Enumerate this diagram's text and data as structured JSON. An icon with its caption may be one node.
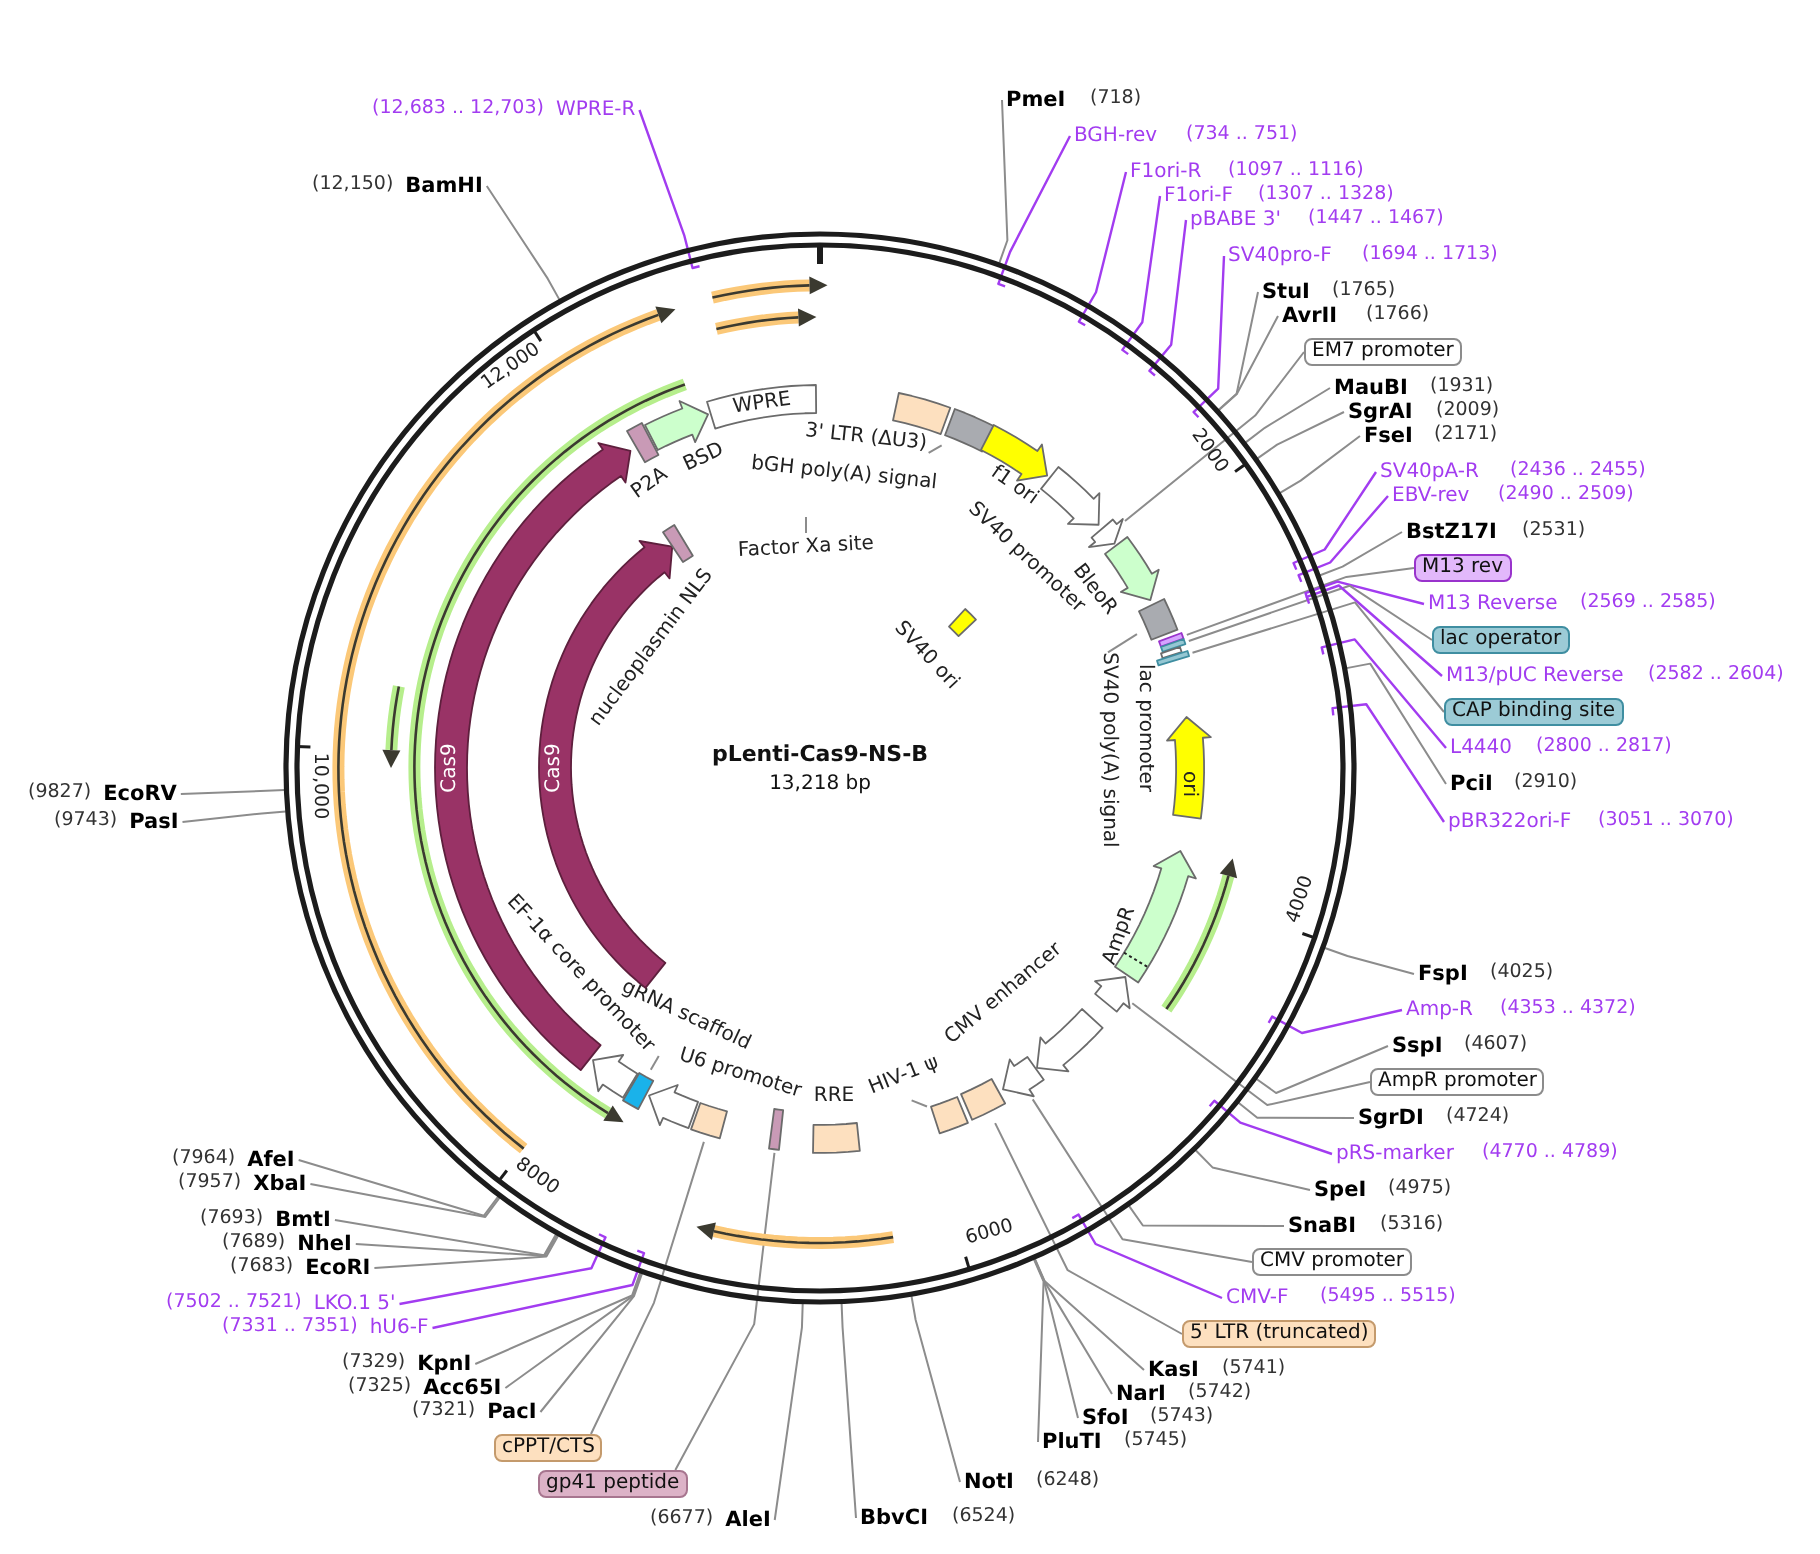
{
  "diagram": {
    "nodes": [
      {
        "text": [
          "pLenti-Cas9-NS-B",
          "13,218 bp"
        ]
      },
      {
        "text": [
          "3' LTR (ΔU3)"
        ],
        "in": 0
      },
      {
        "text": [],
        "shape": "box",
        "in": 0
      },
      {
        "text": [
          "bGH poly(A) signal"
        ],
        "in": 0
      },
      {
        "text": [
          "f1 ori"
        ],
        "in": 0
      },
      {
        "text": [
          "SV40 promoter"
        ],
        "in": 0
      },
      {
        "text": [],
        "shape": "arrow",
        "in": 0
      },
      {
        "text": [
          "BleoR"
        ],
        "in": 0
      },
      {
        "text": [
          "SV40 ori"
        ],
        "in": 0
      },
      {
        "text": [],
        "shape": "box",
        "in": 0
      },
      {
        "text": [
          "SV40 poly(A) signal"
        ],
        "in": 0
      },
      {
        "text": [],
        "shape": "bar",
        "in": 0
      },
      {
        "text": [],
        "shape": "bar",
        "in": 0
      },
      {
        "text": [
          "lac promoter"
        ],
        "in": 0
      },
      {
        "text": [],
        "shape": "bar",
        "in": 0
      },
      {
        "text": [
          "ori"
        ],
        "in": 0
      },
      {
        "text": [
          "AmpR"
        ],
        "in": 0
      },
      {
        "text": [],
        "shape": "arrow",
        "in": 0
      },
      {
        "text": [
          "CMV enhancer"
        ],
        "in": 0
      },
      {
        "text": [],
        "shape": "arrow",
        "in": 0
      },
      {
        "text": [],
        "shape": "box",
        "in": 0
      },
      {
        "text": [],
        "shape": "box",
        "in": 0
      },
      {
        "text": [
          "HIV-1 ψ"
        ],
        "in": 0
      },
      {
        "text": [
          "RRE"
        ],
        "in": 0
      },
      {
        "text": [],
        "shape": "bar",
        "in": 0
      },
      {
        "text": [],
        "shape": "box",
        "in": 0
      },
      {
        "text": [
          "U6 promoter"
        ],
        "in": 0
      },
      {
        "text": [],
        "shape": "bar",
        "in": 0
      },
      {
        "text": [
          "gRNA scaffold"
        ],
        "in": 0
      },
      {
        "text": [
          "EF-1α core promoter"
        ],
        "in": 0
      },
      {
        "text": [
          "Cas9"
        ],
        "in": 0
      },
      {
        "text": [
          "Cas9"
        ],
        "in": 0
      },
      {
        "text": [
          "nucleoplasmin NLS"
        ],
        "in": 0
      },
      {
        "text": [
          "P2A"
        ],
        "in": 0
      },
      {
        "text": [
          "BSD"
        ],
        "in": 0
      },
      {
        "text": [
          "WPRE"
        ],
        "in": 0
      },
      {
        "text": [
          "Factor Xa site"
        ],
        "in": 0
      },
      {
        "text": [
          "PmeI",
          "(718)"
        ]
      },
      {
        "text": [
          "BGH-rev",
          "(734 .. 751)"
        ]
      },
      {
        "text": [
          "F1ori-R",
          "(1097 .. 1116)"
        ]
      },
      {
        "text": [
          "F1ori-F",
          "(1307 .. 1328)"
        ]
      },
      {
        "text": [
          "pBABE 3'",
          "(1447 .. 1467)"
        ]
      },
      {
        "text": [
          "SV40pro-F",
          "(1694 .. 1713)"
        ]
      },
      {
        "text": [
          "StuI",
          "(1765)"
        ]
      },
      {
        "text": [
          "AvrII",
          "(1766)"
        ]
      },
      {
        "text": [
          "EM7 promoter"
        ]
      },
      {
        "text": [
          "MauBI",
          "(1931)"
        ]
      },
      {
        "text": [
          "SgrAI",
          "(2009)"
        ]
      },
      {
        "text": [
          "FseI",
          "(2171)"
        ]
      },
      {
        "text": [
          "SV40pA-R",
          "(2436 .. 2455)"
        ]
      },
      {
        "text": [
          "EBV-rev",
          "(2490 .. 2509)"
        ]
      },
      {
        "text": [
          "BstZ17I",
          "(2531)"
        ]
      },
      {
        "text": [
          "M13 rev"
        ]
      },
      {
        "text": [
          "M13 Reverse",
          "(2569 .. 2585)"
        ]
      },
      {
        "text": [
          "lac operator"
        ]
      },
      {
        "text": [
          "M13/pUC Reverse",
          "(2582 .. 2604)"
        ]
      },
      {
        "text": [
          "CAP binding site"
        ]
      },
      {
        "text": [
          "L4440",
          "(2800 .. 2817)"
        ]
      },
      {
        "text": [
          "PciI",
          "(2910)"
        ]
      },
      {
        "text": [
          "pBR322ori-F",
          "(3051 .. 3070)"
        ]
      },
      {
        "text": [
          "FspI",
          "(4025)"
        ]
      },
      {
        "text": [
          "Amp-R",
          "(4353 .. 4372)"
        ]
      },
      {
        "text": [
          "SspI",
          "(4607)"
        ]
      },
      {
        "text": [
          "AmpR promoter"
        ]
      },
      {
        "text": [
          "SgrDI",
          "(4724)"
        ]
      },
      {
        "text": [
          "pRS-marker",
          "(4770 .. 4789)"
        ]
      },
      {
        "text": [
          "SpeI",
          "(4975)"
        ]
      },
      {
        "text": [
          "SnaBI",
          "(5316)"
        ]
      },
      {
        "text": [
          "CMV promoter"
        ]
      },
      {
        "text": [
          "CMV-F",
          "(5495 .. 5515)"
        ]
      },
      {
        "text": [
          "5' LTR (truncated)"
        ]
      },
      {
        "text": [
          "KasI",
          "(5741)"
        ]
      },
      {
        "text": [
          "NarI",
          "(5742)"
        ]
      },
      {
        "text": [
          "SfoI",
          "(5743)"
        ]
      },
      {
        "text": [
          "PluTI",
          "(5745)"
        ]
      },
      {
        "text": [
          "NotI",
          "(6248)"
        ]
      },
      {
        "text": [
          "BbvCI",
          "(6524)"
        ]
      },
      {
        "text": [
          "(6677)",
          "AleI"
        ]
      },
      {
        "text": [
          "gp41 peptide"
        ]
      },
      {
        "text": [
          "cPPT/CTS"
        ]
      },
      {
        "text": [
          "(7321)",
          "PacI"
        ]
      },
      {
        "text": [
          "(7325)",
          "Acc65I"
        ]
      },
      {
        "text": [
          "(7329)",
          "KpnI"
        ]
      },
      {
        "text": [
          "(7331 .. 7351)",
          "hU6-F"
        ]
      },
      {
        "text": [
          "(7502 .. 7521)",
          "LKO.1 5'"
        ]
      },
      {
        "text": [
          "(7683)",
          "EcoRI"
        ]
      },
      {
        "text": [
          "(7689)",
          "NheI"
        ]
      },
      {
        "text": [
          "(7693)",
          "BmtI"
        ]
      },
      {
        "text": [
          "(7957)",
          "XbaI"
        ]
      },
      {
        "text": [
          "(7964)",
          "AfeI"
        ]
      },
      {
        "text": [
          "(9743)",
          "PasI"
        ]
      },
      {
        "text": [
          "(9827)",
          "EcoRV"
        ]
      },
      {
        "text": [
          "(12,150)",
          "BamHI"
        ]
      },
      {
        "text": [
          "(12,683 .. 12,703)",
          "WPRE-R"
        ]
      }
    ],
    "edges": [
      {
        "from": 3,
        "to": 2,
        "arrow": "none"
      },
      {
        "from": 10,
        "to": 9,
        "arrow": "none"
      },
      {
        "from": 22,
        "to": 21,
        "arrow": "none"
      },
      {
        "from": 28,
        "to": 27,
        "arrow": "none"
      },
      {
        "from": 36,
        "to": null,
        "arrow": "none"
      },
      {
        "from": 37,
        "to": 0,
        "arrow": "none"
      },
      {
        "from": 38,
        "to": 0,
        "arrow": "none",
        "color": "#a23cf0"
      },
      {
        "from": 39,
        "to": 0,
        "arrow": "none",
        "color": "#a23cf0"
      },
      {
        "from": 40,
        "to": 0,
        "arrow": "none",
        "color": "#a23cf0"
      },
      {
        "from": 41,
        "to": 0,
        "arrow": "none",
        "color": "#a23cf0"
      },
      {
        "from": 42,
        "to": 0,
        "arrow": "none",
        "color": "#a23cf0"
      },
      {
        "from": 43,
        "to": 0,
        "arrow": "none"
      },
      {
        "from": 44,
        "to": 0,
        "arrow": "none"
      },
      {
        "from": 45,
        "to": 6,
        "arrow": "none"
      },
      {
        "from": 46,
        "to": 0,
        "arrow": "none"
      },
      {
        "from": 47,
        "to": 0,
        "arrow": "none"
      },
      {
        "from": 48,
        "to": 0,
        "arrow": "none"
      },
      {
        "from": 49,
        "to": 0,
        "arrow": "none",
        "color": "#a23cf0"
      },
      {
        "from": 50,
        "to": 0,
        "arrow": "none",
        "color": "#a23cf0"
      },
      {
        "from": 51,
        "to": 0,
        "arrow": "none"
      },
      {
        "from": 52,
        "to": 11,
        "arrow": "none"
      },
      {
        "from": 53,
        "to": 0,
        "arrow": "none",
        "color": "#a23cf0"
      },
      {
        "from": 54,
        "to": 12,
        "arrow": "none"
      },
      {
        "from": 55,
        "to": 0,
        "arrow": "none",
        "color": "#a23cf0"
      },
      {
        "from": 56,
        "to": 14,
        "arrow": "none"
      },
      {
        "from": 57,
        "to": 0,
        "arrow": "none",
        "color": "#a23cf0"
      },
      {
        "from": 58,
        "to": 0,
        "arrow": "none"
      },
      {
        "from": 59,
        "to": 0,
        "arrow": "none",
        "color": "#a23cf0"
      },
      {
        "from": 60,
        "to": 0,
        "arrow": "none"
      },
      {
        "from": 61,
        "to": 0,
        "arrow": "none",
        "color": "#a23cf0"
      },
      {
        "from": 62,
        "to": 0,
        "arrow": "none"
      },
      {
        "from": 63,
        "to": 17,
        "arrow": "none"
      },
      {
        "from": 64,
        "to": 0,
        "arrow": "none"
      },
      {
        "from": 65,
        "to": 0,
        "arrow": "none",
        "color": "#a23cf0"
      },
      {
        "from": 66,
        "to": 0,
        "arrow": "none"
      },
      {
        "from": 67,
        "to": 0,
        "arrow": "none"
      },
      {
        "from": 68,
        "to": 19,
        "arrow": "none"
      },
      {
        "from": 69,
        "to": 0,
        "arrow": "none",
        "color": "#a23cf0"
      },
      {
        "from": 70,
        "to": 20,
        "arrow": "none"
      },
      {
        "from": 71,
        "to": 0,
        "arrow": "none"
      },
      {
        "from": 72,
        "to": 0,
        "arrow": "none"
      },
      {
        "from": 73,
        "to": 0,
        "arrow": "none"
      },
      {
        "from": 74,
        "to": 0,
        "arrow": "none"
      },
      {
        "from": 75,
        "to": 0,
        "arrow": "none"
      },
      {
        "from": 76,
        "to": 0,
        "arrow": "none"
      },
      {
        "from": 77,
        "to": 0,
        "arrow": "none"
      },
      {
        "from": 78,
        "to": 24,
        "arrow": "none"
      },
      {
        "from": 79,
        "to": 25,
        "arrow": "none"
      },
      {
        "from": 80,
        "to": 0,
        "arrow": "none"
      },
      {
        "from": 81,
        "to": 0,
        "arrow": "none"
      },
      {
        "from": 82,
        "to": 0,
        "arrow": "none"
      },
      {
        "from": 83,
        "to": 0,
        "arrow": "none",
        "color": "#a23cf0"
      },
      {
        "from": 84,
        "to": 0,
        "arrow": "none",
        "color": "#a23cf0"
      },
      {
        "from": 85,
        "to": 0,
        "arrow": "none"
      },
      {
        "from": 86,
        "to": 0,
        "arrow": "none"
      },
      {
        "from": 87,
        "to": 0,
        "arrow": "none"
      },
      {
        "from": 88,
        "to": 0,
        "arrow": "none"
      },
      {
        "from": 89,
        "to": 0,
        "arrow": "none"
      },
      {
        "from": 90,
        "to": 0,
        "arrow": "none"
      },
      {
        "from": 91,
        "to": 0,
        "arrow": "none"
      },
      {
        "from": 92,
        "to": 0,
        "arrow": "none"
      },
      {
        "from": 93,
        "to": 0,
        "arrow": "none",
        "color": "#a23cf0"
      }
    ],
    "labels": [
      "12,000",
      "2000",
      "10,000",
      "4000",
      "8000",
      "6000"
    ]
  }
}
